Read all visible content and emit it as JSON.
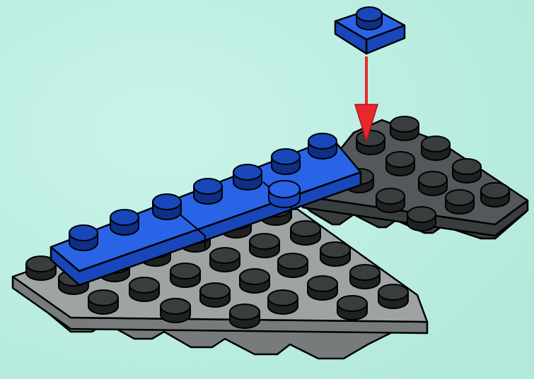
{
  "scene": {
    "background_color": "#b8ecdf",
    "colors": {
      "dark_gray_top": "#54585a",
      "dark_gray_side": "#3a3d3e",
      "light_gray_top": "#9ea3a4",
      "light_gray_side": "#777b7c",
      "blue_top": "#2a64e6",
      "blue_side": "#1747b8",
      "arrow": "#e8282d",
      "outline": "#000000"
    },
    "parts": [
      "dark-gray-wedge-plate",
      "light-gray-wedge-plate",
      "blue-plate-1x8",
      "blue-plate-1x1",
      "placement-arrow"
    ]
  }
}
